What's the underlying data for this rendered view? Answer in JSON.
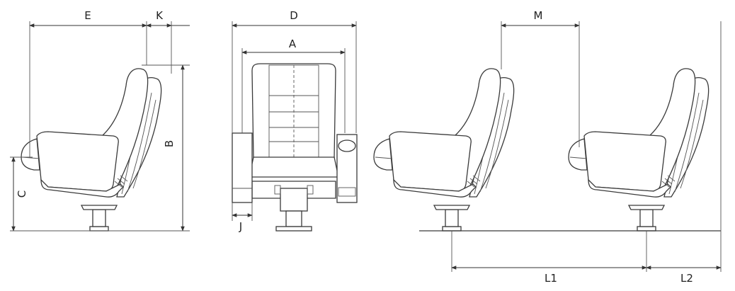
{
  "labels": {
    "E": "E",
    "K": "K",
    "D": "D",
    "A": "A",
    "B": "B",
    "C": "C",
    "J": "J",
    "M": "M",
    "L1": "L1",
    "L2": "L2"
  },
  "colors": {
    "line": "#3a3a3a",
    "background": "#ffffff"
  }
}
